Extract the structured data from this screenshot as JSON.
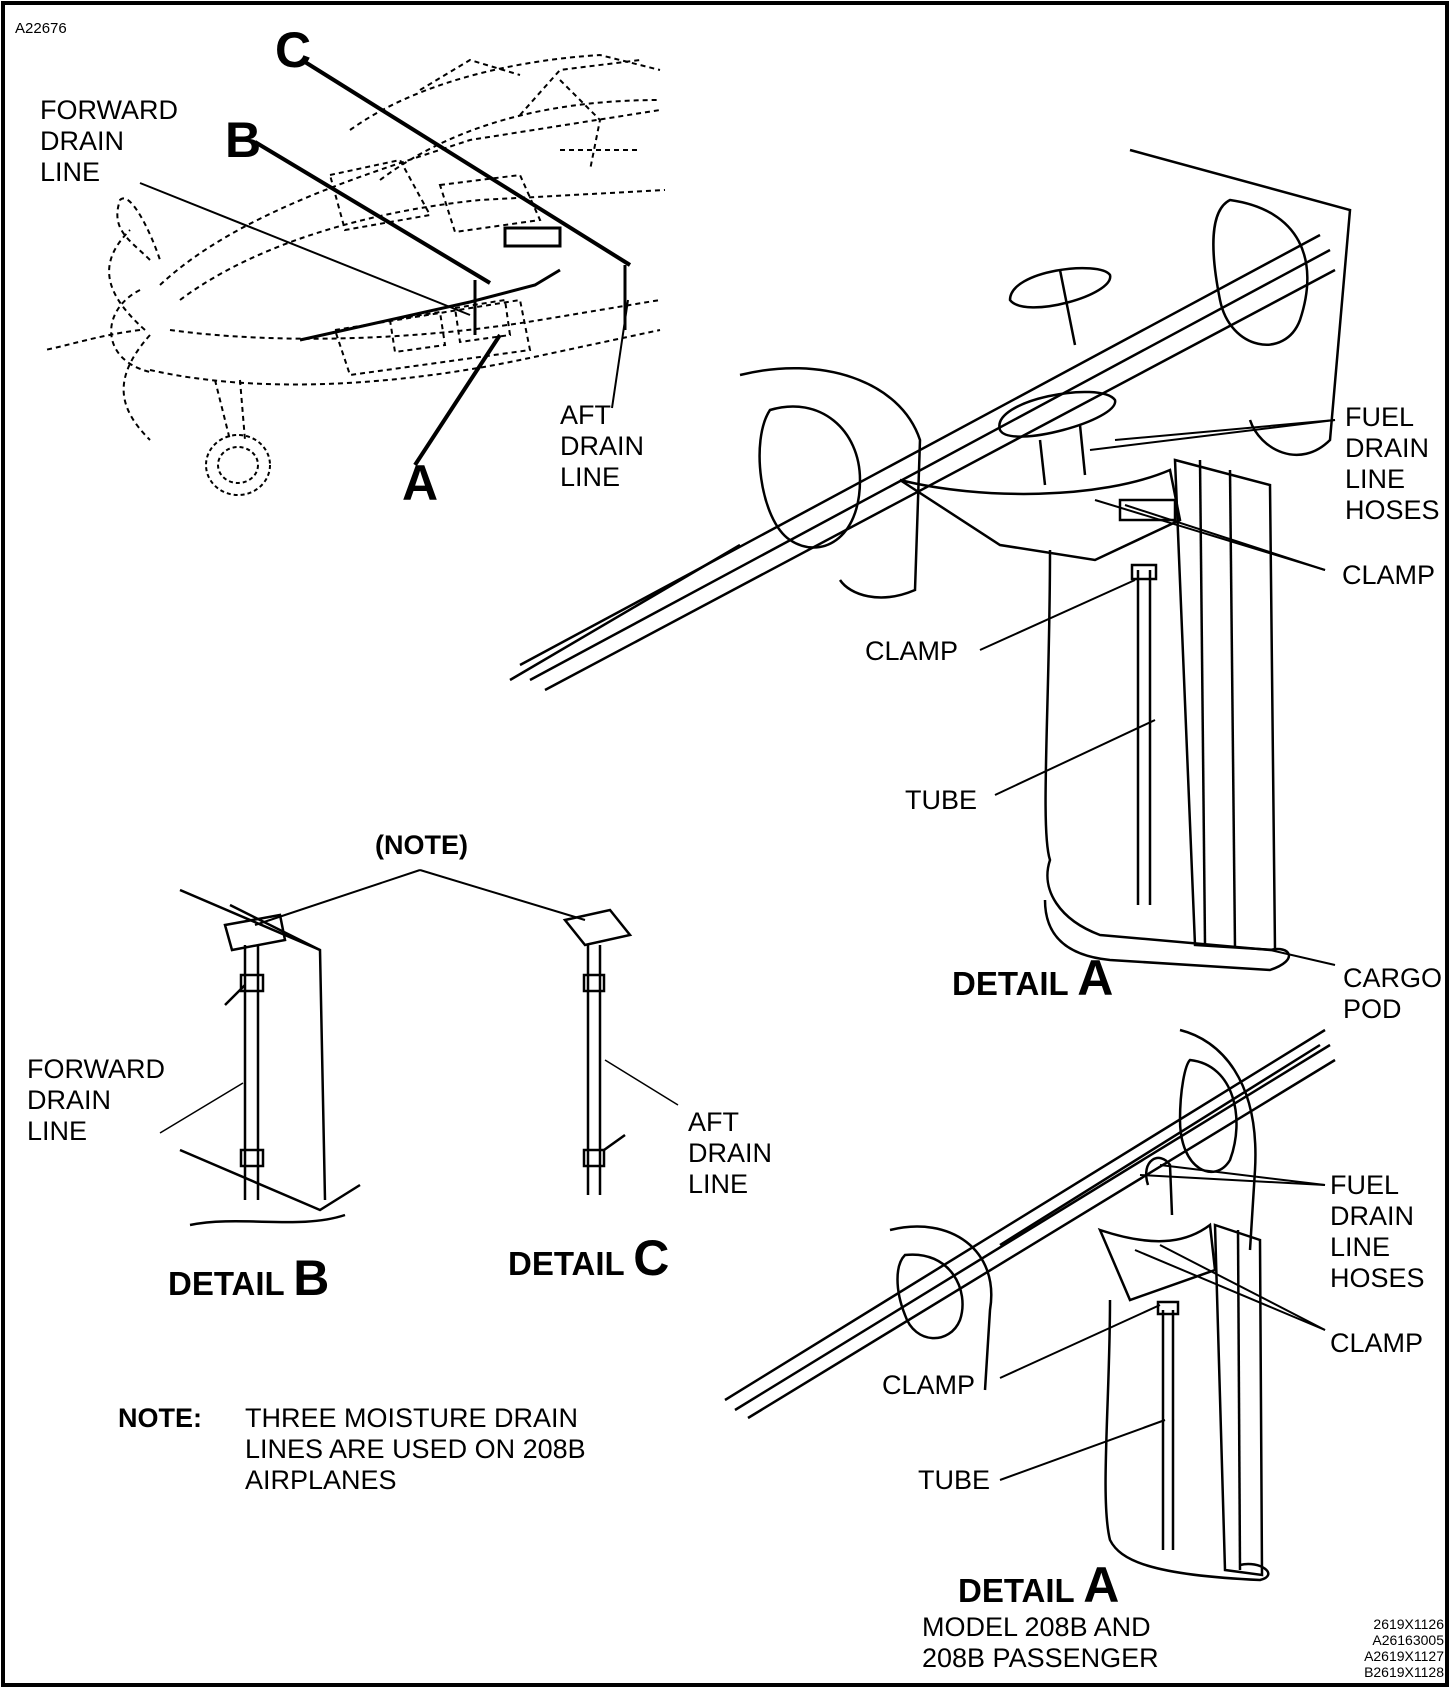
{
  "figure_id": "A22676",
  "labels": {
    "forward_drain_line": "FORWARD\nDRAIN\nLINE",
    "aft_drain_line": "AFT\nDRAIN\nLINE",
    "callout_a": "A",
    "callout_b": "B",
    "callout_c": "C",
    "fuel_drain_line_hoses": "FUEL\nDRAIN\nLINE\nHOSES",
    "clamp": "CLAMP",
    "tube": "TUBE",
    "cargo_pod": "CARGO\nPOD",
    "note_ref": "(NOTE)",
    "detail_word": "DETAIL ",
    "model_caption": "MODEL 208B AND\n208B PASSENGER"
  },
  "note": {
    "heading": "NOTE:",
    "text": "THREE MOISTURE DRAIN\nLINES ARE USED ON 208B\nAIRPLANES"
  },
  "drawing_codes": "2619X1126\nA26163005\nA2619X1127\nB2619X1128"
}
